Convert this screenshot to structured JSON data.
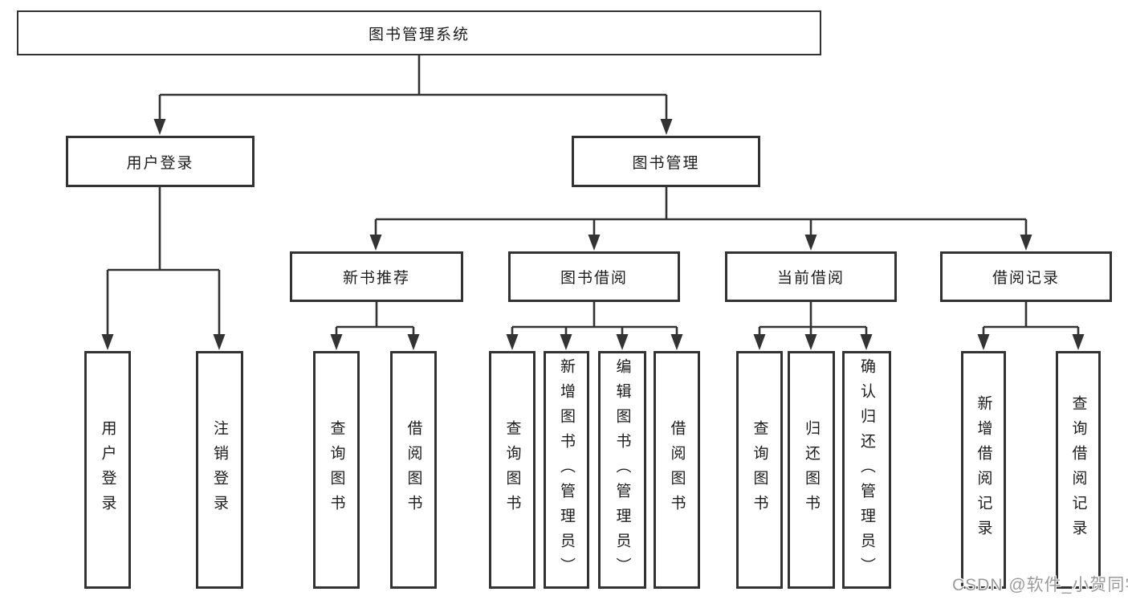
{
  "diagram": {
    "root": {
      "label": "图书管理系统"
    },
    "level2": [
      {
        "label": "用户登录"
      },
      {
        "label": "图书管理"
      }
    ],
    "level3": [
      {
        "label": "新书推荐"
      },
      {
        "label": "图书借阅"
      },
      {
        "label": "当前借阅"
      },
      {
        "label": "借阅记录"
      }
    ],
    "leaves": [
      {
        "label": "用户登录"
      },
      {
        "label": "注销登录"
      },
      {
        "label": "查询图书"
      },
      {
        "label": "借阅图书"
      },
      {
        "label": "查询图书"
      },
      {
        "label": "新增图书（管理员）"
      },
      {
        "label": "编辑图书（管理员）"
      },
      {
        "label": "借阅图书"
      },
      {
        "label": "查询图书"
      },
      {
        "label": "归还图书"
      },
      {
        "label": "确认归还（管理员）"
      },
      {
        "label": "新增借阅记录"
      },
      {
        "label": "查询借阅记录"
      }
    ],
    "watermark": "CSDN @软件_小贺同学",
    "colors": {
      "line": "#333333",
      "box_border": "#333333",
      "box_fill": "#ffffff",
      "text": "#1c1c1c",
      "watermark": "#9b9b9b",
      "background": "#ffffff"
    }
  }
}
